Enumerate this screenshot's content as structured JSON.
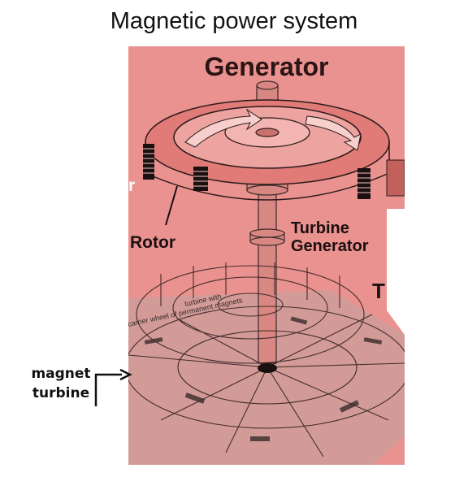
{
  "title": "Magnetic power system",
  "figure": {
    "heading": "Generator",
    "label_rotor": "Rotor",
    "label_turbine_line1": "Turbine",
    "label_turbine_line2": "Generator",
    "label_partial_left": "r",
    "label_partial_right": "T",
    "label_carrier_line1": "turbine with",
    "label_carrier_line2": "carrier wheel of permanent magnets"
  },
  "side_label": {
    "line1": "magnet",
    "line2": "turbine"
  },
  "colors": {
    "tint": "#e88b88",
    "tint_dark": "#d9706c",
    "line": "#222222"
  }
}
